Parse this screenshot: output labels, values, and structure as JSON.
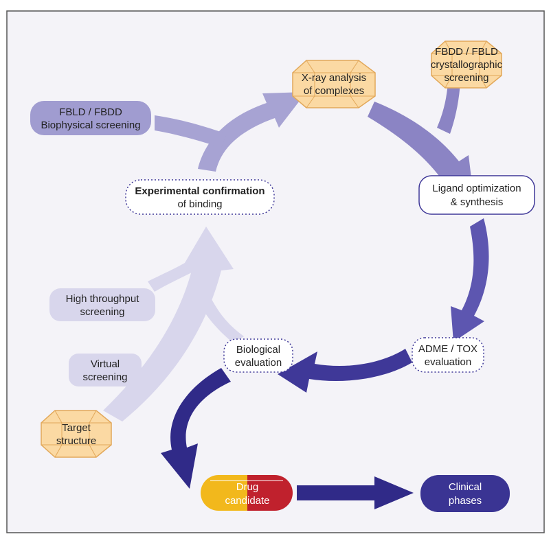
{
  "colors": {
    "frame": "#555555",
    "background": "#f4f3f8",
    "crystal_fill": "#fbd9a3",
    "crystal_stroke": "#e2a85a",
    "arrow_light": "#a7a3d3",
    "arrow_lightest": "#d8d6ec",
    "arrow_mid": "#8b84c4",
    "arrow_dark": "#3f3898",
    "arrow_darkest": "#302a88",
    "box_light": "#cdcbe6",
    "box_purple": "#a09cd0",
    "dotted_border": "#3f3898",
    "pill_yellow": "#f2b81c",
    "pill_red": "#c0212d",
    "clinical_fill": "#3a3493"
  },
  "nodes": {
    "xray": {
      "line1": "X-ray analysis",
      "line2": "of complexes",
      "icon": "crystal-icon"
    },
    "crystallographic": {
      "line1": "FBDD / FBLD",
      "line2": "crystallographic",
      "line3": "screening",
      "icon": "crystal-icon"
    },
    "biophysical": {
      "line1": "FBLD / FBDD",
      "line2": "Biophysical screening"
    },
    "experimental": {
      "line1": "Experimental confirmation",
      "line2": "of binding"
    },
    "ligand": {
      "line1": "Ligand optimization",
      "line2": "& synthesis"
    },
    "hts": {
      "line1": "High throughput",
      "line2": "screening"
    },
    "virtual": {
      "line1": "Virtual",
      "line2": "screening"
    },
    "target": {
      "line1": "Target",
      "line2": "structure",
      "icon": "crystal-icon"
    },
    "biological": {
      "line1": "Biological",
      "line2": "evaluation"
    },
    "adme": {
      "line1": "ADME / TOX",
      "line2": "evaluation"
    },
    "drug": {
      "line1": "Drug",
      "line2": "candidate",
      "icon": "capsule-icon"
    },
    "clinical": {
      "line1": "Clinical",
      "line2": "phases"
    }
  }
}
